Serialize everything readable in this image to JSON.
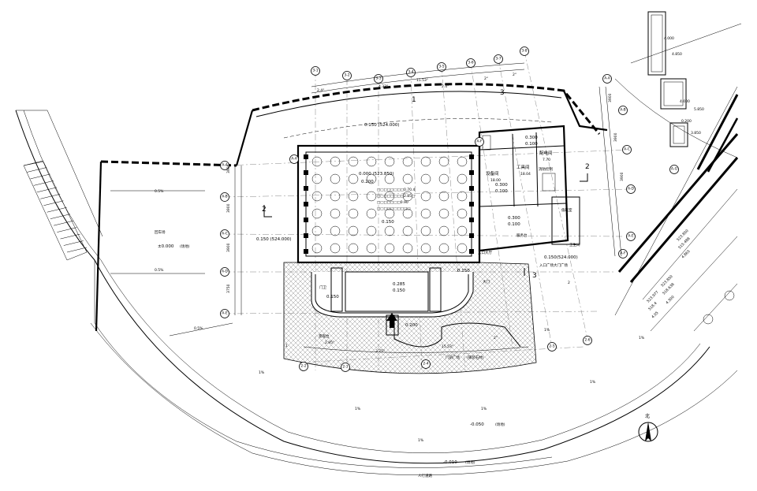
{
  "grid_axes": {
    "top_row": [
      "3-1",
      "3-2",
      "3-3",
      "3-4",
      "3-5",
      "3-6",
      "3-7",
      "3-8"
    ],
    "left_col": [
      "A-A",
      "A-B",
      "A-C",
      "A-D",
      "A-E"
    ],
    "right_col": [
      "A-A",
      "A-B",
      "A-C",
      "A-D",
      "A-E",
      "A-F"
    ],
    "bottom_row": [
      "2-2",
      "2-3",
      "2-4",
      "2-5",
      "2-6"
    ]
  },
  "dimensions": {
    "top_angles": [
      "2.4°",
      "4.33°",
      "15.53°",
      "2.4°",
      "2°",
      "2°"
    ],
    "left_spacings": [
      "3900",
      "3900",
      "3900",
      "3750"
    ],
    "right_spacings": [
      "3900",
      "3900",
      "3900"
    ],
    "lower_angles": [
      "2.95°",
      "3.75°",
      "15.53°",
      "2°"
    ]
  },
  "section_marks": {
    "top": "1",
    "mid_top": "3",
    "left": "2",
    "right": "2",
    "lower_right": "3"
  },
  "elevations": {
    "roof_top": "0.150 (524.000)",
    "roof_main": "0.150 (524.000)",
    "hall_upper": "0.000 (523.850)",
    "hall_lower": "0.200",
    "hall_notes": [
      "□□□□□□□□0.70.4",
      "□□□□□□□□2.85□",
      "□□□□□□□0.90",
      "□□□□□□□□□□"
    ],
    "hall_final": "0.150",
    "left_plaza": "±0.000",
    "left_plaza_unit": "(场地)",
    "left_label": "回车场",
    "entrance_1": "0.285",
    "entrance_2": "0.150",
    "entrance_3": "0.150",
    "right_lower": "0.150(524.000)",
    "step_1": "0.150",
    "step_2": "0.200",
    "right_room_1": "0.300",
    "right_room_2": "0.100",
    "right_room_3": "0.300",
    "right_room_4": "0.100",
    "right_room_5": "0.300",
    "right_room_6": "0.100",
    "road_low": "-0.050",
    "road_low_unit": "(场地)",
    "road_bottom": "-0.010",
    "road_bottom_unit": "(场地)",
    "top_right_1": "4.000",
    "top_right_2": "4.850",
    "top_right_3": "4.000",
    "top_right_4": "5.850",
    "top_right_5": "0.200",
    "top_right_6": "3.850",
    "ramp_1": "523.850",
    "ramp_2": "515.488",
    "ramp_3": "4.865",
    "ramp_4": "523.850",
    "ramp_5": "518.638",
    "ramp_6": "4.300",
    "ramp_7": "523.977",
    "ramp_8": "518.4",
    "ramp_9": "4.05"
  },
  "rooms": {
    "r1": "设备间",
    "r1_area": "18.00",
    "r2": "工具间",
    "r2_area": "18.04",
    "r3": "配电间",
    "r3_area": "7.70",
    "r4": "消防控制",
    "r5": "值班室",
    "r6": "服务台",
    "r7": "门卫",
    "r8": "卫生间",
    "r9": "门前广场",
    "r9_note": "(铺装石材)",
    "r10": "景观台",
    "r11": "大门",
    "r12": "入口广场",
    "r13": "大门广场",
    "entrance_label": "入口大厅"
  },
  "slopes": [
    "0.5%",
    "0.5%",
    "0.5%",
    "1%",
    "1%",
    "1%",
    "1%",
    "1%",
    "1%",
    "1%"
  ],
  "misc": {
    "north_label": "北",
    "road_name": "人行道路",
    "dim_small": "1",
    "dim_small_2": "2"
  }
}
